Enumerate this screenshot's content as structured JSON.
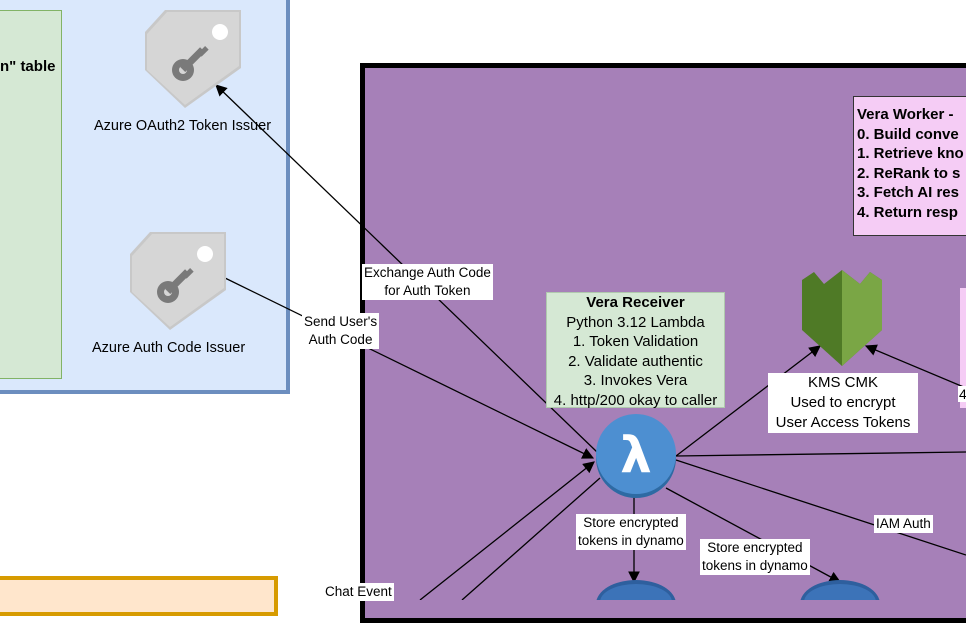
{
  "azure": {
    "table_label": "n\" table",
    "token_issuer_label": "Azure OAuth2 Token Issuer",
    "code_issuer_label": "Azure Auth Code Issuer"
  },
  "edges": {
    "exchange_line1": "Exchange Auth Code",
    "exchange_line2": "for Auth Token",
    "send_line1": "Send User's",
    "send_line2": "Auth Code",
    "store1_line1": "Store encrypted",
    "store1_line2": "tokens in dynamo",
    "store2_line1": "Store encrypted",
    "store2_line2": "tokens in dynamo",
    "iam_auth": "IAM Auth",
    "chat_event": "Chat Event"
  },
  "receiver": {
    "title": "Vera Receiver",
    "subtitle": "Python 3.12 Lambda",
    "steps": [
      "1. Token Validation",
      "2. Validate authentic",
      "3. Invokes Vera",
      "4. http/200 okay to caller"
    ]
  },
  "kms": {
    "line1": "KMS CMK",
    "line2": "Used to encrypt",
    "line3": "User Access Tokens"
  },
  "worker": {
    "title": "Vera Worker - ",
    "steps": [
      "0. Build conve",
      "1. Retrieve kno",
      "2. ReRank to s",
      "3. Fetch AI res",
      "4. Return resp"
    ]
  },
  "misc": {
    "right_edge_digit": "4"
  },
  "colors": {
    "azure_fill": "#dae8fc",
    "azure_border": "#6c8ebf",
    "aws_fill": "#a680b8",
    "lambda_blue": "#4d8fd1",
    "kms_green": "#6e9a3a",
    "worker_fill": "#f5ccf5"
  }
}
